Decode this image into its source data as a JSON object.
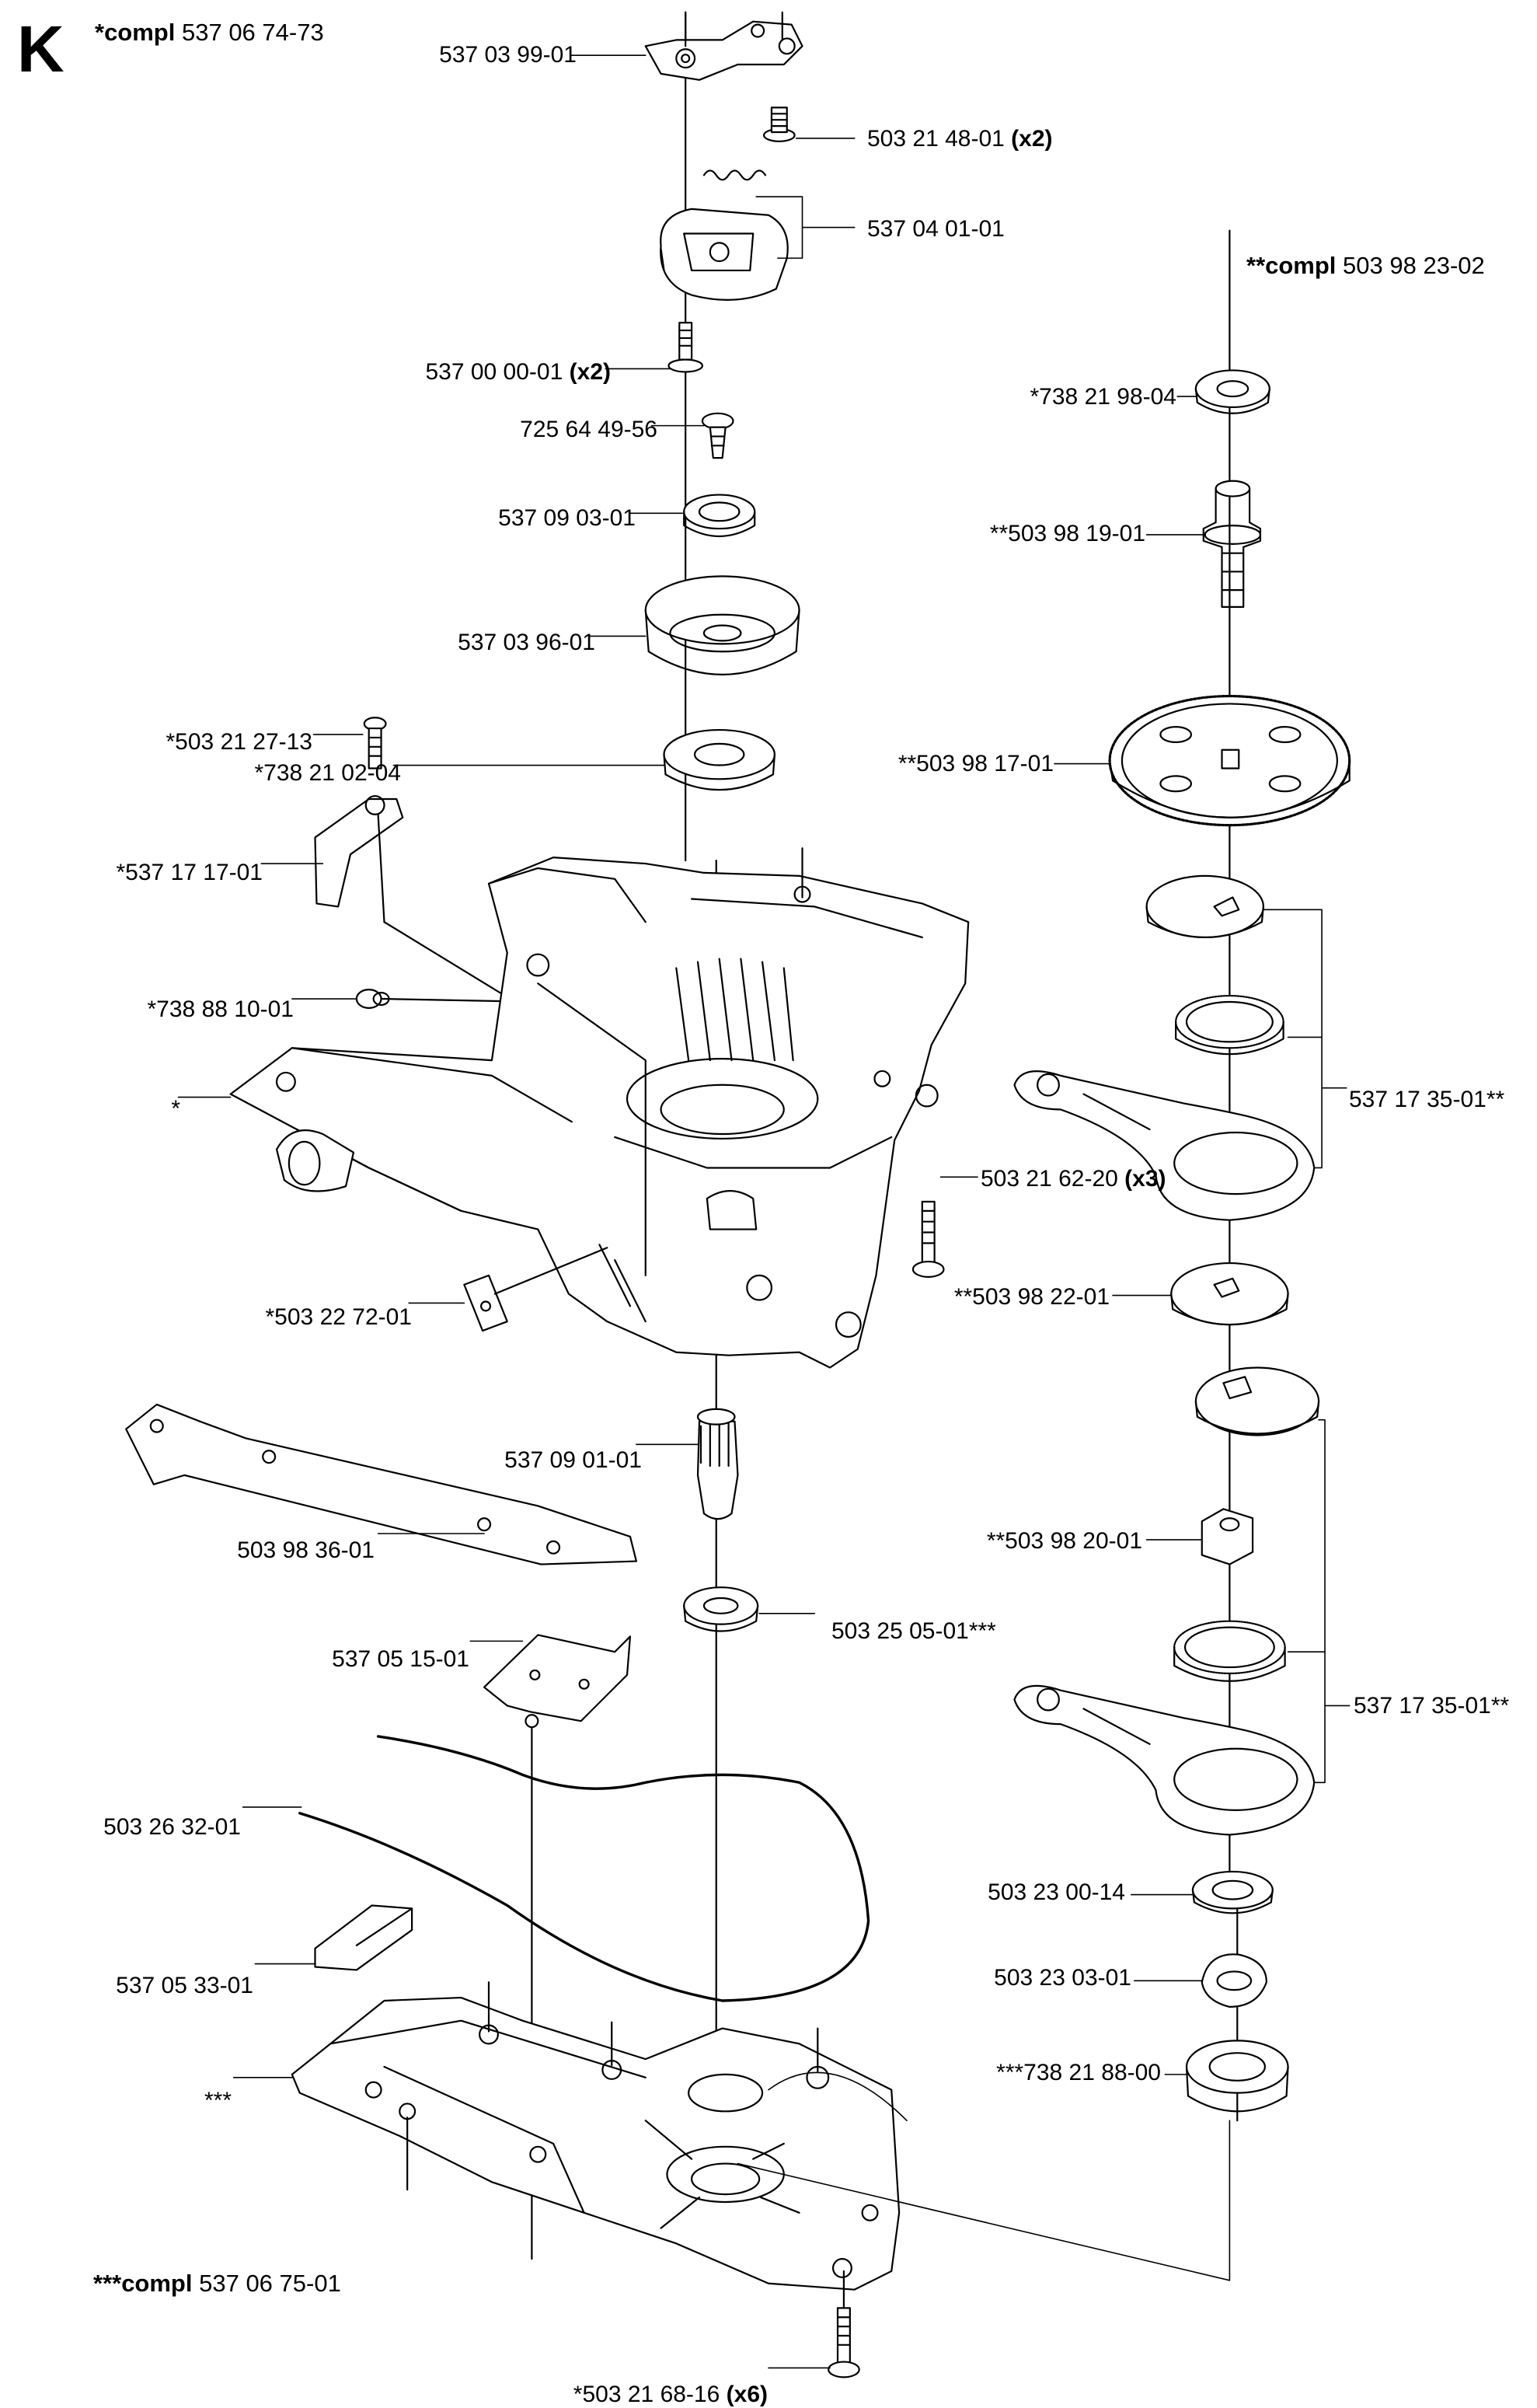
{
  "section_letter": "K",
  "headers": {
    "top_left": {
      "prefix": "*compl",
      "number": "537 06 74-73"
    },
    "top_right": {
      "prefix": "**compl",
      "number": "503 98 23-02"
    },
    "bottom_left": {
      "prefix": "***compl",
      "number": "537 06 75-01"
    }
  },
  "parts": [
    {
      "id": "p01",
      "number": "537 03 99-01",
      "qty": ""
    },
    {
      "id": "p02",
      "number": "503 21 48-01",
      "qty": "(x2)"
    },
    {
      "id": "p03",
      "number": "537 04 01-01",
      "qty": ""
    },
    {
      "id": "p04",
      "number": "537 00 00-01",
      "qty": "(x2)"
    },
    {
      "id": "p05",
      "number": "725 64 49-56",
      "qty": ""
    },
    {
      "id": "p06",
      "number": "537 09 03-01",
      "qty": ""
    },
    {
      "id": "p07",
      "number": "537 03 96-01",
      "qty": ""
    },
    {
      "id": "p08",
      "number": "*503 21 27-13",
      "qty": ""
    },
    {
      "id": "p09",
      "number": "*738 21 02-04",
      "qty": ""
    },
    {
      "id": "p10",
      "number": "*537 17 17-01",
      "qty": ""
    },
    {
      "id": "p11",
      "number": "*738 88 10-01",
      "qty": ""
    },
    {
      "id": "p12",
      "number": "*",
      "qty": ""
    },
    {
      "id": "p13",
      "number": "*503 22 72-01",
      "qty": ""
    },
    {
      "id": "p14",
      "number": "537 09 01-01",
      "qty": ""
    },
    {
      "id": "p15",
      "number": "503 98 36-01",
      "qty": ""
    },
    {
      "id": "p16",
      "number": "503 25 05-01***",
      "qty": ""
    },
    {
      "id": "p17",
      "number": "537 05 15-01",
      "qty": ""
    },
    {
      "id": "p18",
      "number": "503 26 32-01",
      "qty": ""
    },
    {
      "id": "p19",
      "number": "537 05 33-01",
      "qty": ""
    },
    {
      "id": "p20",
      "number": "***",
      "qty": ""
    },
    {
      "id": "p21",
      "number": "*503 21 68-16",
      "qty": "(x6)"
    },
    {
      "id": "p22",
      "number": "*738 21 98-04",
      "qty": ""
    },
    {
      "id": "p23",
      "number": "**503 98 19-01",
      "qty": ""
    },
    {
      "id": "p24",
      "number": "**503 98 17-01",
      "qty": ""
    },
    {
      "id": "p25",
      "number": "537 17 35-01**",
      "qty": ""
    },
    {
      "id": "p26",
      "number": "503 21 62-20",
      "qty": "(x3)"
    },
    {
      "id": "p27",
      "number": "**503 98 22-01",
      "qty": ""
    },
    {
      "id": "p28",
      "number": "**503 98 20-01",
      "qty": ""
    },
    {
      "id": "p29",
      "number": "537 17 35-01**",
      "qty": ""
    },
    {
      "id": "p30",
      "number": "503 23 00-14",
      "qty": ""
    },
    {
      "id": "p31",
      "number": "503 23 03-01",
      "qty": ""
    },
    {
      "id": "p32",
      "number": "***738 21 88-00",
      "qty": ""
    }
  ],
  "colors": {
    "ink": "#000000",
    "paper": "#ffffff",
    "shade": "#e6e6e6"
  }
}
